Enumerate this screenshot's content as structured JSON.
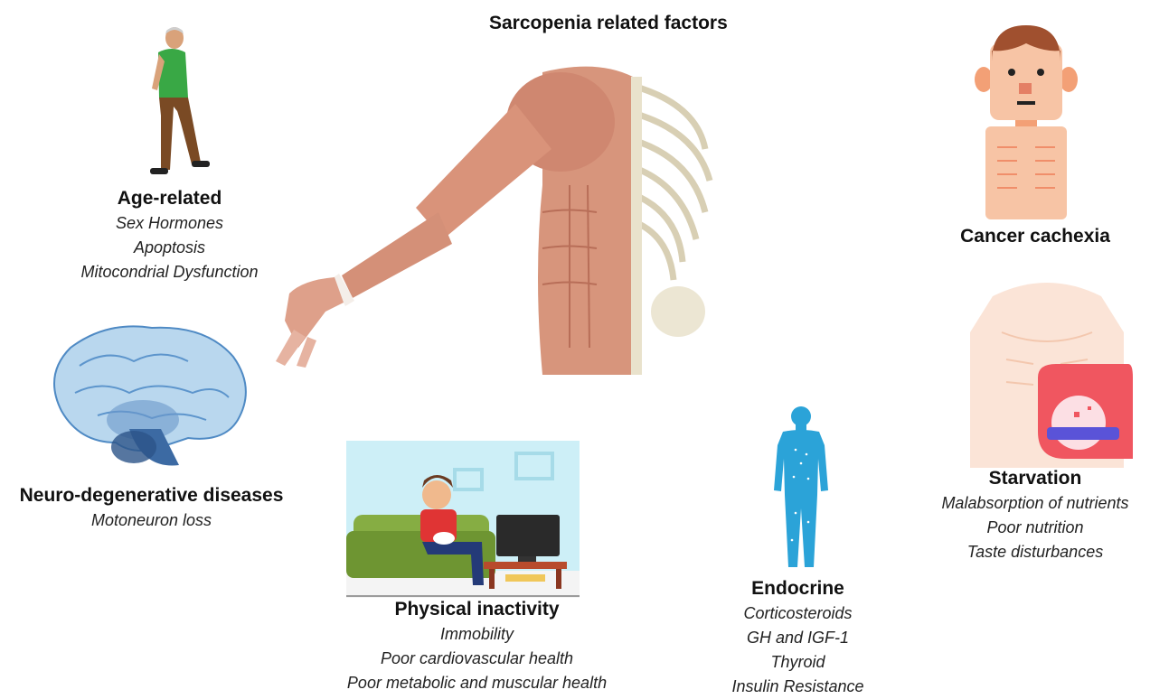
{
  "title": "Sarcopenia related factors",
  "factors": {
    "age": {
      "heading": "Age-related",
      "items": [
        "Sex Hormones",
        "Apoptosis",
        "Mitocondrial Dysfunction"
      ]
    },
    "neuro": {
      "heading": "Neuro-degenerative diseases",
      "items": [
        "Motoneuron loss"
      ]
    },
    "inactivity": {
      "heading": "Physical inactivity",
      "items": [
        "Immobility",
        "Poor cardiovascular health",
        "Poor metabolic and muscular health"
      ]
    },
    "endocrine": {
      "heading": "Endocrine",
      "items": [
        "Corticosteroids",
        "GH and IGF-1",
        "Thyroid",
        "Insulin Resistance"
      ]
    },
    "cachexia": {
      "heading": "Cancer cachexia"
    },
    "starvation": {
      "heading": "Starvation",
      "items": [
        "Malabsorption of nutrients",
        "Poor nutrition",
        "Taste disturbances"
      ]
    }
  },
  "illustrations": {
    "walking_man": "walking-elderly-man-icon",
    "muscle_arm": "muscular-arm-anatomy-illustration",
    "brain": "blue-brain-illustration",
    "couch": "person-on-couch-watching-tv-illustration",
    "body": "blue-human-body-silhouette-icon",
    "cachexia_person": "thin-person-icon",
    "starvation": "starving-torso-with-empty-bowl-icon"
  }
}
